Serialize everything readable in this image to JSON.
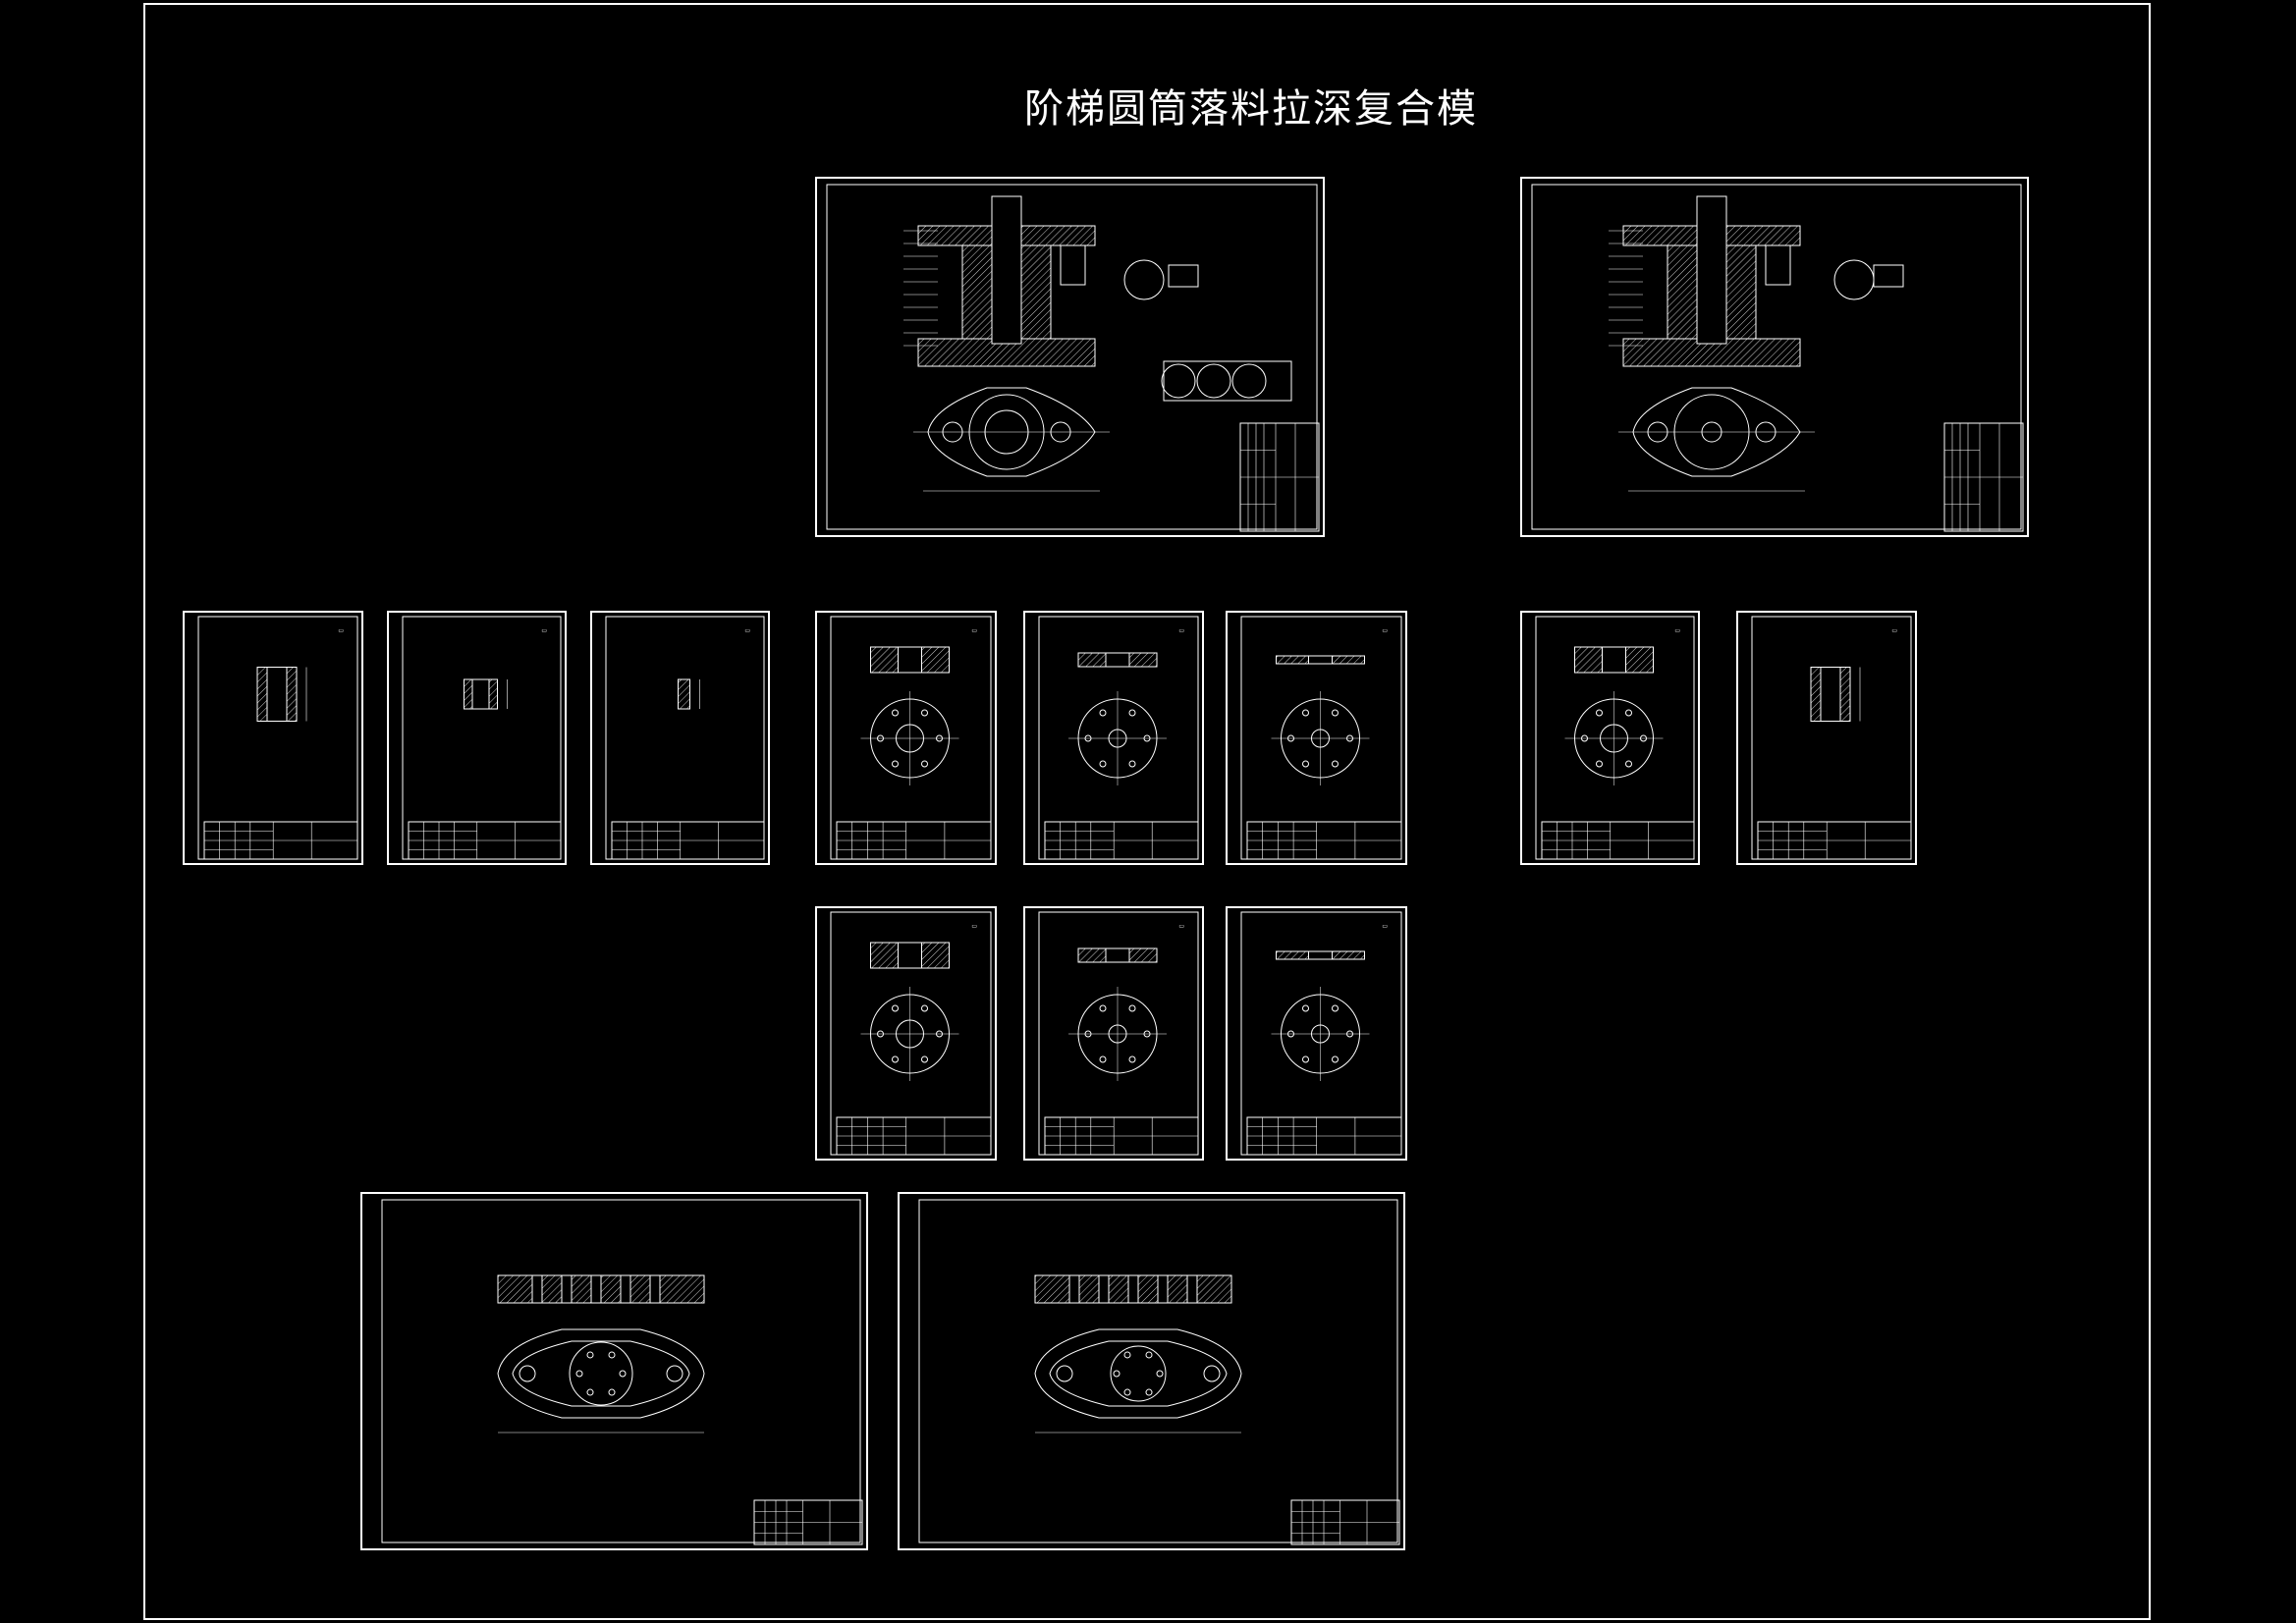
{
  "title": "阶梯圆筒落料拉深复合模",
  "colors": {
    "background": "#000000",
    "lines": "#ffffff"
  },
  "sheets": [
    {
      "kind": "assembly",
      "variant": "punch-assembly"
    },
    {
      "kind": "assembly",
      "variant": "die-assembly"
    },
    {
      "kind": "part",
      "variant": "sleeve"
    },
    {
      "kind": "part",
      "variant": "stepped-punch"
    },
    {
      "kind": "part",
      "variant": "pin"
    },
    {
      "kind": "part",
      "variant": "plate-ring"
    },
    {
      "kind": "part",
      "variant": "plate-holes"
    },
    {
      "kind": "part",
      "variant": "plate-thin"
    },
    {
      "kind": "part",
      "variant": "plate-ring"
    },
    {
      "kind": "part",
      "variant": "sleeve"
    },
    {
      "kind": "part",
      "variant": "plate-ring"
    },
    {
      "kind": "part",
      "variant": "plate-holes"
    },
    {
      "kind": "part",
      "variant": "plate-thin"
    },
    {
      "kind": "base",
      "variant": "lower-die-base"
    },
    {
      "kind": "base",
      "variant": "upper-die-base"
    }
  ]
}
